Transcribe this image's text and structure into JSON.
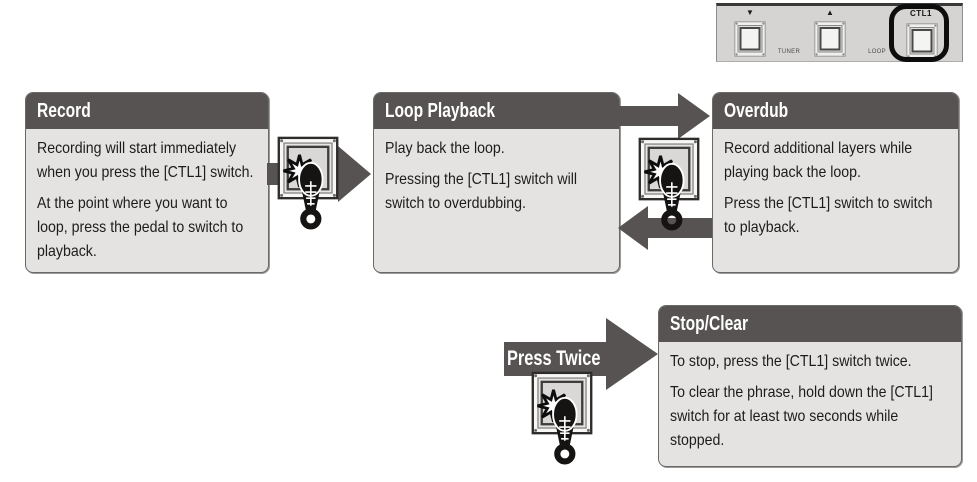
{
  "colors": {
    "header_bg": "#575352",
    "box_bg": "#e4e3e2",
    "box_border": "#6b6a69",
    "arrow": "#575352",
    "header_text": "#ffffff",
    "body_text": "#1e1c1b",
    "panel_bg": "#d5d4d3"
  },
  "pedalboard": {
    "down_switch_label": "▼",
    "up_switch_label": "▲",
    "ctl1_switch_label": "CTL1",
    "tuner_label": "TUNER",
    "loop_label": "LOOP"
  },
  "flow": {
    "record": {
      "title": "Record",
      "paragraphs": [
        "Recording will start immediately when you press the [CTL1] switch.",
        "At the point where you want to loop, press the pedal to switch to playback."
      ]
    },
    "loop_playback": {
      "title": "Loop Playback",
      "paragraphs": [
        "Play back the loop.",
        "Pressing the [CTL1] switch will switch to overdubbing."
      ]
    },
    "overdub": {
      "title": "Overdub",
      "paragraphs": [
        "Record additional layers while playing back the loop.",
        "Press the [CTL1] switch to switch to playback."
      ]
    },
    "stop_clear": {
      "title": "Stop/Clear",
      "paragraphs": [
        "To stop, press the [CTL1] switch twice.",
        "To clear the phrase, hold down the [CTL1] switch for at least two seconds while stopped."
      ]
    },
    "press_twice_label": "Press Twice"
  }
}
